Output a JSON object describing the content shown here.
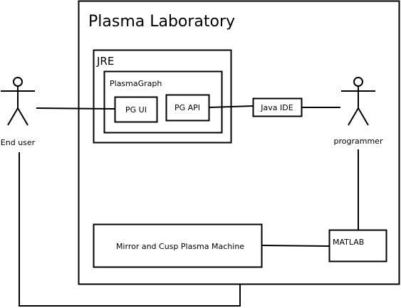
{
  "diagram": {
    "container": {
      "label": "Plasma Laboratory"
    },
    "jre": {
      "label": "JRE"
    },
    "plasmagraph": {
      "label": "PlasmaGraph"
    },
    "nodes": {
      "pg_ui": "PG UI",
      "pg_api": "PG API",
      "java_ide": "Java IDE",
      "matlab": "MATLAB",
      "machine": "Mirror and Cusp Plasma Machine"
    },
    "actors": {
      "end_user": "End user",
      "programmer": "programmer"
    },
    "edges": [
      {
        "from": "End user",
        "to": "PG UI"
      },
      {
        "from": "PG API",
        "to": "Java IDE"
      },
      {
        "from": "Java IDE",
        "to": "programmer"
      },
      {
        "from": "programmer",
        "to": "MATLAB"
      },
      {
        "from": "MATLAB",
        "to": "Mirror and Cusp Plasma Machine"
      },
      {
        "from": "End user",
        "to": "Plasma Laboratory"
      }
    ]
  }
}
